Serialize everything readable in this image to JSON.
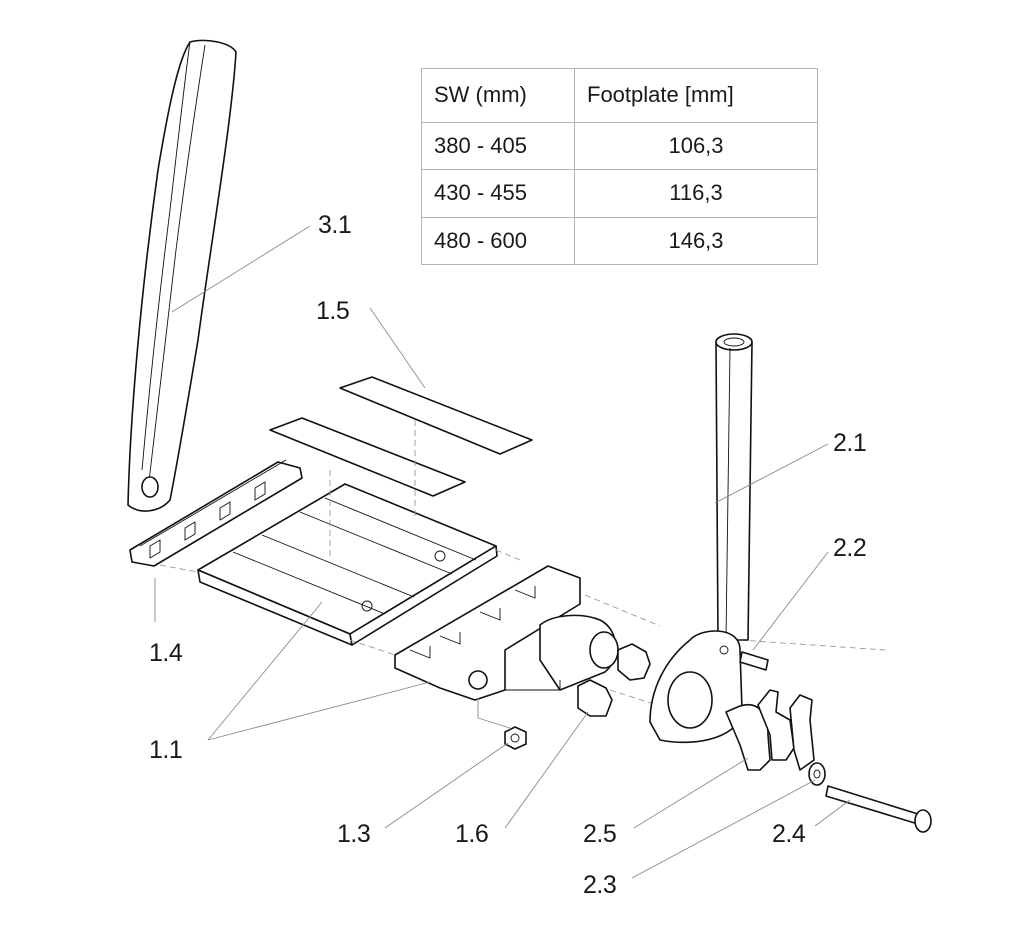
{
  "table": {
    "headers": [
      "SW (mm)",
      "Footplate [mm]"
    ],
    "rows": [
      [
        "380 - 405",
        "106,3"
      ],
      [
        "430 - 455",
        "116,3"
      ],
      [
        "480 - 600",
        "146,3"
      ]
    ]
  },
  "labels": {
    "l31": "3.1",
    "l15": "1.5",
    "l21": "2.1",
    "l22": "2.2",
    "l14": "1.4",
    "l11": "1.1",
    "l13": "1.3",
    "l16": "1.6",
    "l25": "2.5",
    "l24": "2.4",
    "l23": "2.3"
  }
}
